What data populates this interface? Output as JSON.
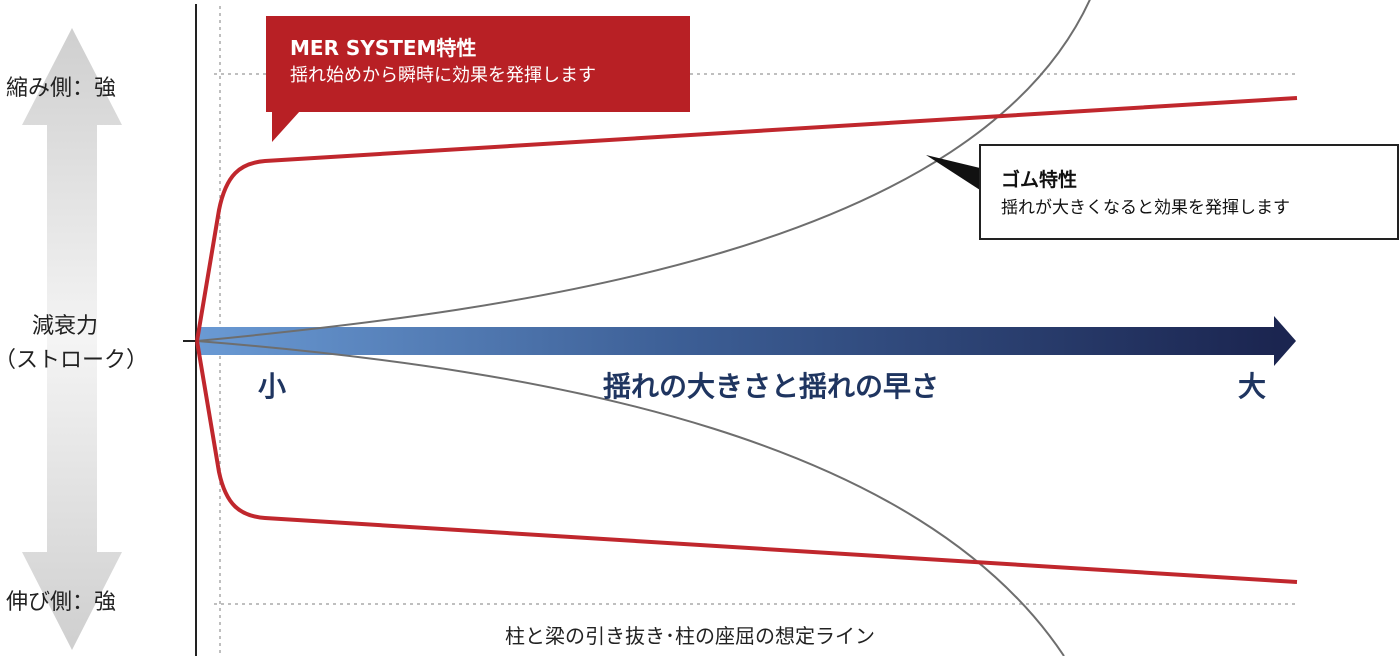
{
  "y_axis": {
    "top_label": "縮み側：強",
    "center_label_1": "減衰力",
    "center_label_2": "（ストローク）",
    "bottom_label": "伸び側：強"
  },
  "x_axis": {
    "label": "揺れの大きさと揺れの早さ",
    "small_label": "小",
    "large_label": "大"
  },
  "callout_mer": {
    "title": "MER SYSTEM特性",
    "body": "揺れ始めから瞬時に効果を発揮します"
  },
  "callout_rubber": {
    "title": "ゴム特性",
    "body": "揺れが大きくなると効果を発揮します"
  },
  "bottom_note": "柱と梁の引き抜き･柱の座屈の想定ライン",
  "colors": {
    "mer_line": "#c0272d",
    "rubber_line": "#6e6e6e",
    "arrow_start": "#6a9ad4",
    "arrow_end": "#1b2550",
    "axis_text": "#1f3560",
    "callout_red_bg": "#b82025"
  }
}
